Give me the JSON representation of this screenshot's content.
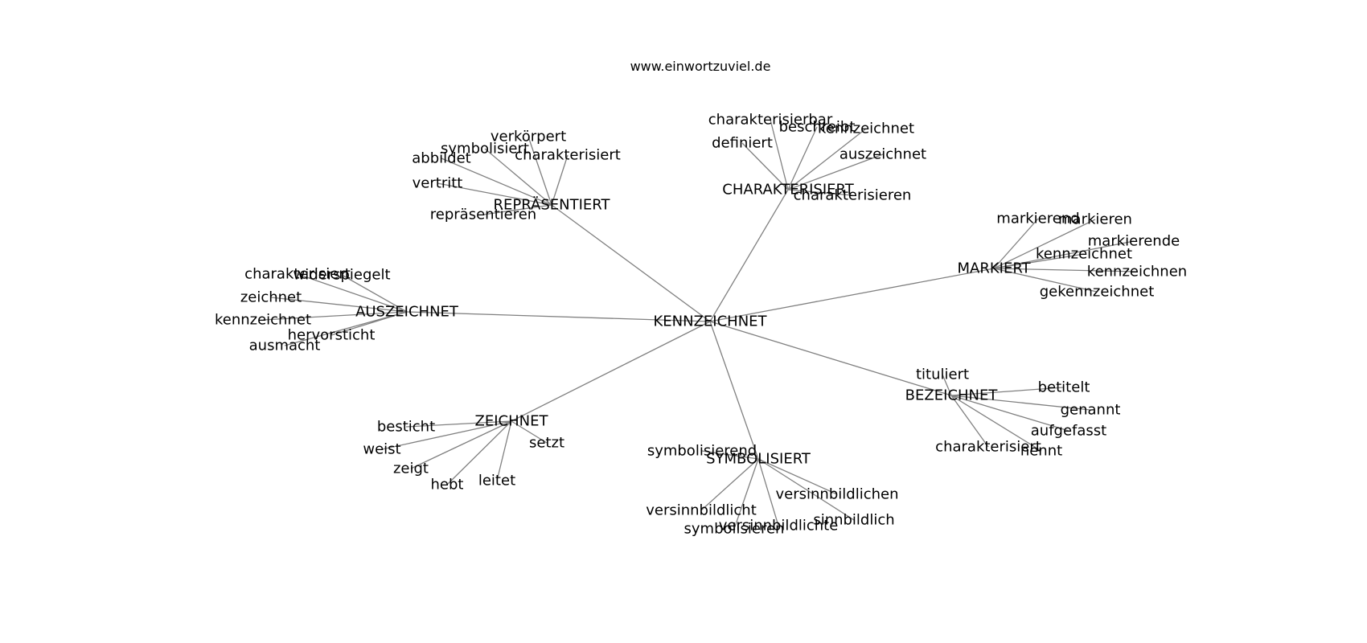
{
  "source": "www.einwortzuviel.de",
  "root": "KENNZEICHNET",
  "clusters": [
    {
      "hub": "REPRÄSENTIERT",
      "leaves": [
        "verkörpert",
        "symbolisiert",
        "charakterisiert",
        "abbildet",
        "vertritt",
        "repräsentieren"
      ]
    },
    {
      "hub": "CHARAKTERISIERT",
      "leaves": [
        "charakterisierbar",
        "beschreibt",
        "kennzeichnet",
        "definiert",
        "auszeichnet",
        "charakterisieren"
      ]
    },
    {
      "hub": "MARKIERT",
      "leaves": [
        "markierend",
        "markieren",
        "markierende",
        "kennzeichnet",
        "kennzeichnen",
        "gekennzeichnet"
      ]
    },
    {
      "hub": "AUSZEICHNET",
      "leaves": [
        "charakterisiert",
        "widerspiegelt",
        "zeichnet",
        "kennzeichnet",
        "hervorsticht",
        "ausmacht"
      ]
    },
    {
      "hub": "BEZEICHNET",
      "leaves": [
        "tituliert",
        "betitelt",
        "genannt",
        "aufgefasst",
        "charakterisiert",
        "nennt"
      ]
    },
    {
      "hub": "ZEICHNET",
      "leaves": [
        "besticht",
        "weist",
        "zeigt",
        "hebt",
        "leitet",
        "setzt"
      ]
    },
    {
      "hub": "SYMBOLISIERT",
      "leaves": [
        "symbolisierend",
        "versinnbildlichen",
        "versinnbildlicht",
        "sinnbildlich",
        "versinnbildlichte",
        "symbolisieren"
      ]
    }
  ]
}
